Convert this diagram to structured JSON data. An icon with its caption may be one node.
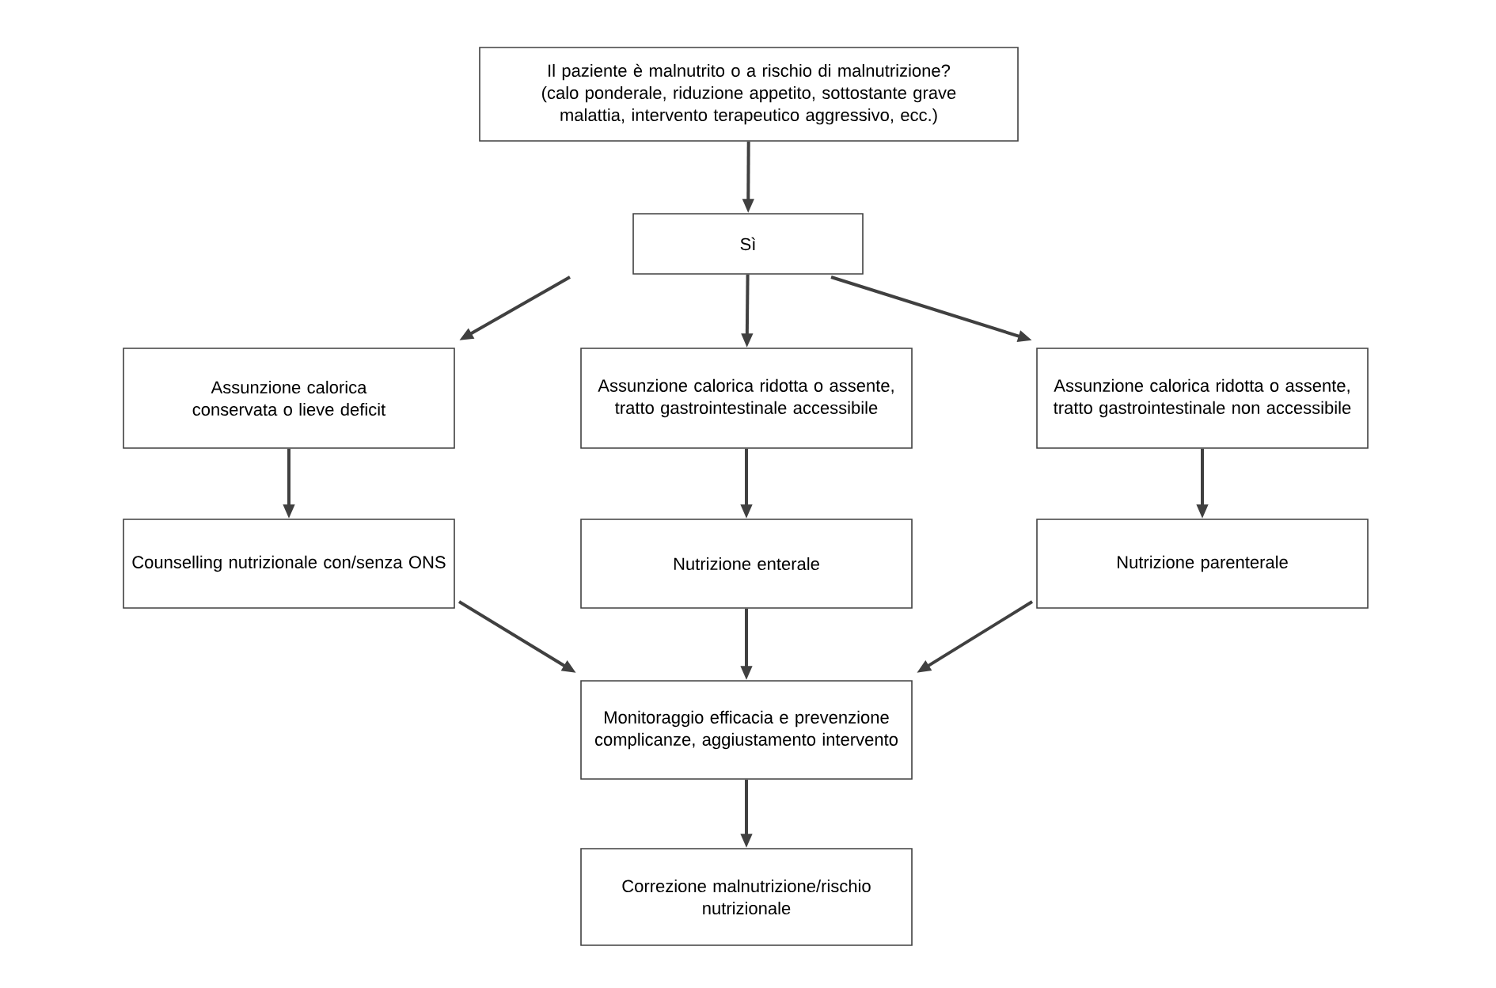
{
  "diagram": {
    "nodes": [
      {
        "text": [
          "Il paziente è malnutrito o a rischio di malnutrizione? (calo ponderale, riduzione appetito, sottostante grave malattia, intervento terapeutico aggressivo, ecc.)"
        ]
      },
      {
        "text": [
          "Sì"
        ]
      },
      {
        "text": [
          "Assunzione calorica conservata o lieve deficit"
        ]
      },
      {
        "text": [
          "Assunzione calorica ridotta o assente, tratto gastrointestinale accessibile"
        ]
      },
      {
        "text": [
          "Assunzione calorica ridotta o assente, tratto gastrointestinale non accessibile"
        ]
      },
      {
        "text": [
          "Counselling nutrizionale con/senza ONS"
        ]
      },
      {
        "text": [
          "Nutrizione enterale"
        ]
      },
      {
        "text": [
          "Nutrizione parenterale"
        ]
      },
      {
        "text": [
          "Monitoraggio efficacia e prevenzione complicanze, aggiustamento intervento"
        ]
      },
      {
        "text": [
          "Correzione malnutrizione/rischio nutrizionale"
        ]
      }
    ],
    "edges": [
      {
        "from": 0,
        "to": 1,
        "arrow": "to"
      },
      {
        "from": 1,
        "to": 2,
        "arrow": "to"
      },
      {
        "from": 1,
        "to": 3,
        "arrow": "to"
      },
      {
        "from": 1,
        "to": 4,
        "arrow": "to"
      },
      {
        "from": 2,
        "to": 5,
        "arrow": "to"
      },
      {
        "from": 3,
        "to": 6,
        "arrow": "to"
      },
      {
        "from": 4,
        "to": 7,
        "arrow": "to"
      },
      {
        "from": 5,
        "to": 8,
        "arrow": "to"
      },
      {
        "from": 6,
        "to": 8,
        "arrow": "to"
      },
      {
        "from": 7,
        "to": 8,
        "arrow": "to"
      },
      {
        "from": 8,
        "to": 9,
        "arrow": "to"
      }
    ]
  }
}
